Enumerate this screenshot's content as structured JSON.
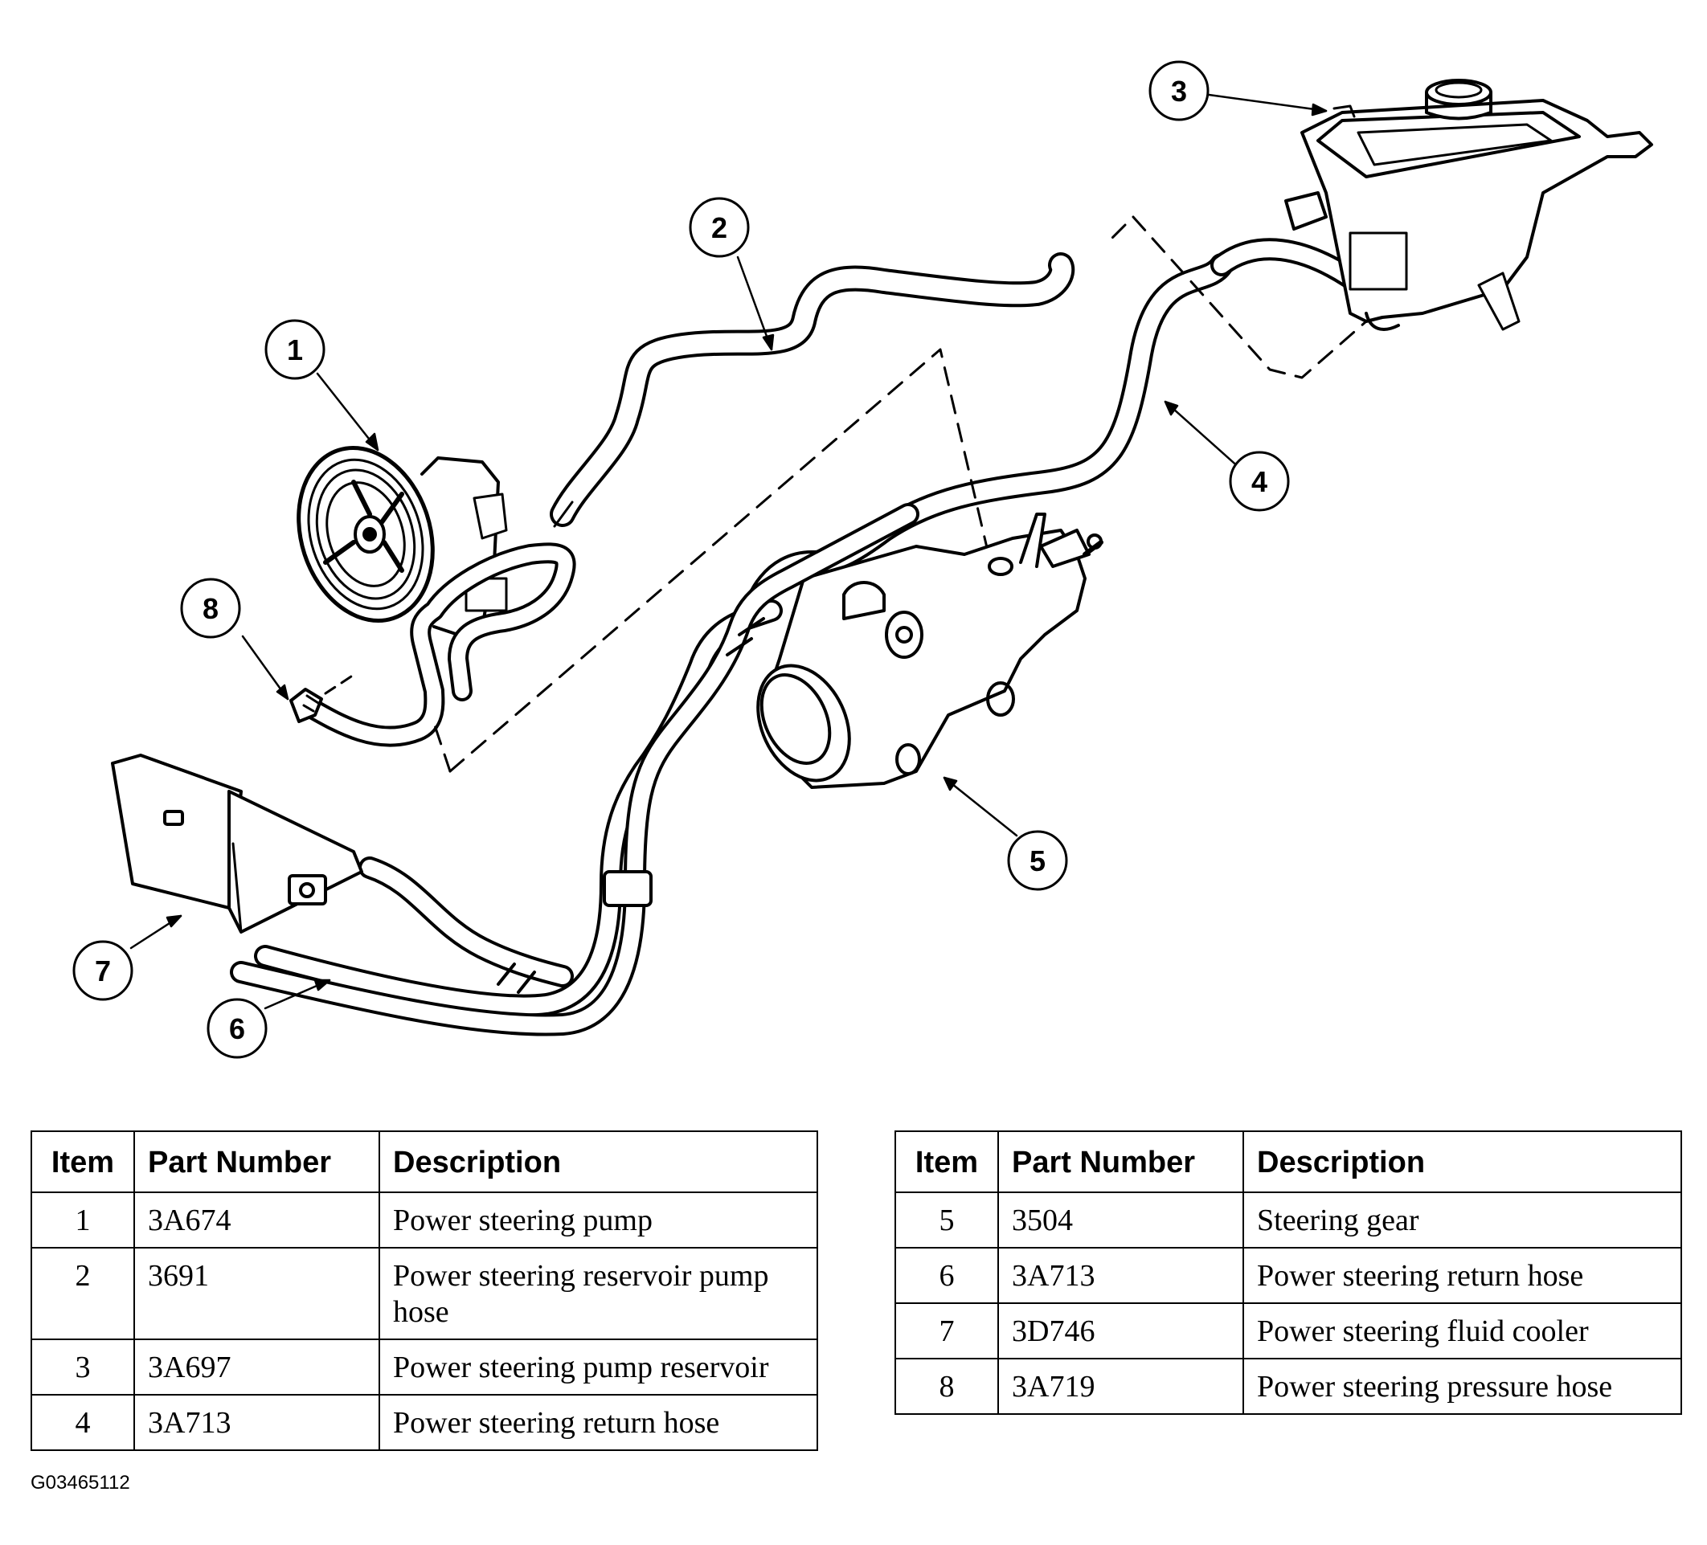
{
  "callouts": [
    {
      "number": "1"
    },
    {
      "number": "2"
    },
    {
      "number": "3"
    },
    {
      "number": "4"
    },
    {
      "number": "5"
    },
    {
      "number": "6"
    },
    {
      "number": "7"
    },
    {
      "number": "8"
    }
  ],
  "table_headers": {
    "item": "Item",
    "part_number": "Part Number",
    "description": "Description"
  },
  "parts_left": [
    {
      "item": "1",
      "part_number": "3A674",
      "description": "Power steering pump"
    },
    {
      "item": "2",
      "part_number": "3691",
      "description": "Power steering reservoir pump hose"
    },
    {
      "item": "3",
      "part_number": "3A697",
      "description": "Power steering pump reservoir"
    },
    {
      "item": "4",
      "part_number": "3A713",
      "description": "Power steering return hose"
    }
  ],
  "parts_right": [
    {
      "item": "5",
      "part_number": "3504",
      "description": "Steering gear"
    },
    {
      "item": "6",
      "part_number": "3A713",
      "description": "Power steering return hose"
    },
    {
      "item": "7",
      "part_number": "3D746",
      "description": "Power steering fluid cooler"
    },
    {
      "item": "8",
      "part_number": "3A719",
      "description": "Power steering pressure hose"
    }
  ],
  "figure_id": "G03465112"
}
